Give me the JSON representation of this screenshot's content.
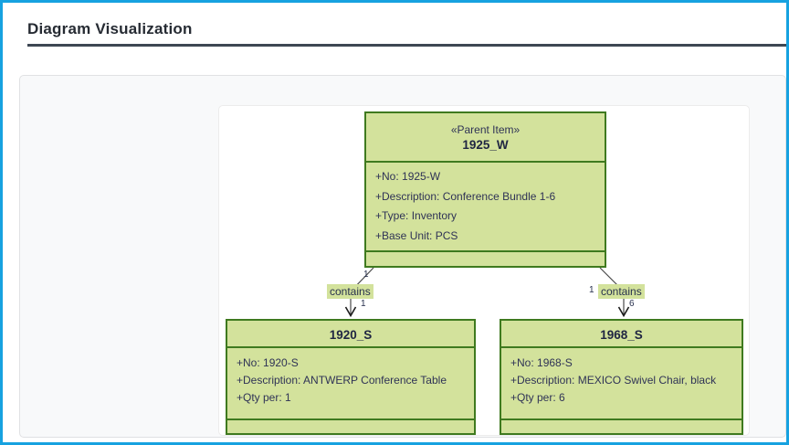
{
  "page": {
    "title": "Diagram Visualization",
    "accent_border_color": "#17a2e0"
  },
  "diagram": {
    "colors": {
      "node_fill": "#d3e29c",
      "node_border": "#3f7a1f",
      "node_text": "#2f3356",
      "connector": "#4a4a4a"
    },
    "parent": {
      "stereotype": "«Parent Item»",
      "name": "1925_W",
      "attributes": [
        "+No: 1925-W",
        "+Description: Conference Bundle 1-6",
        "+Type: Inventory",
        "+Base Unit: PCS"
      ]
    },
    "children": [
      {
        "name": "1920_S",
        "attributes": [
          "+No: 1920-S",
          "+Description: ANTWERP Conference Table",
          "+Qty per: 1"
        ]
      },
      {
        "name": "1968_S",
        "attributes": [
          "+No: 1968-S",
          "+Description: MEXICO Swivel Chair, black",
          "+Qty per: 6"
        ]
      }
    ],
    "edges": [
      {
        "label": "contains",
        "source_multiplicity": "1",
        "target_multiplicity": "1"
      },
      {
        "label": "contains",
        "source_multiplicity": "1",
        "target_multiplicity": "6"
      }
    ]
  }
}
